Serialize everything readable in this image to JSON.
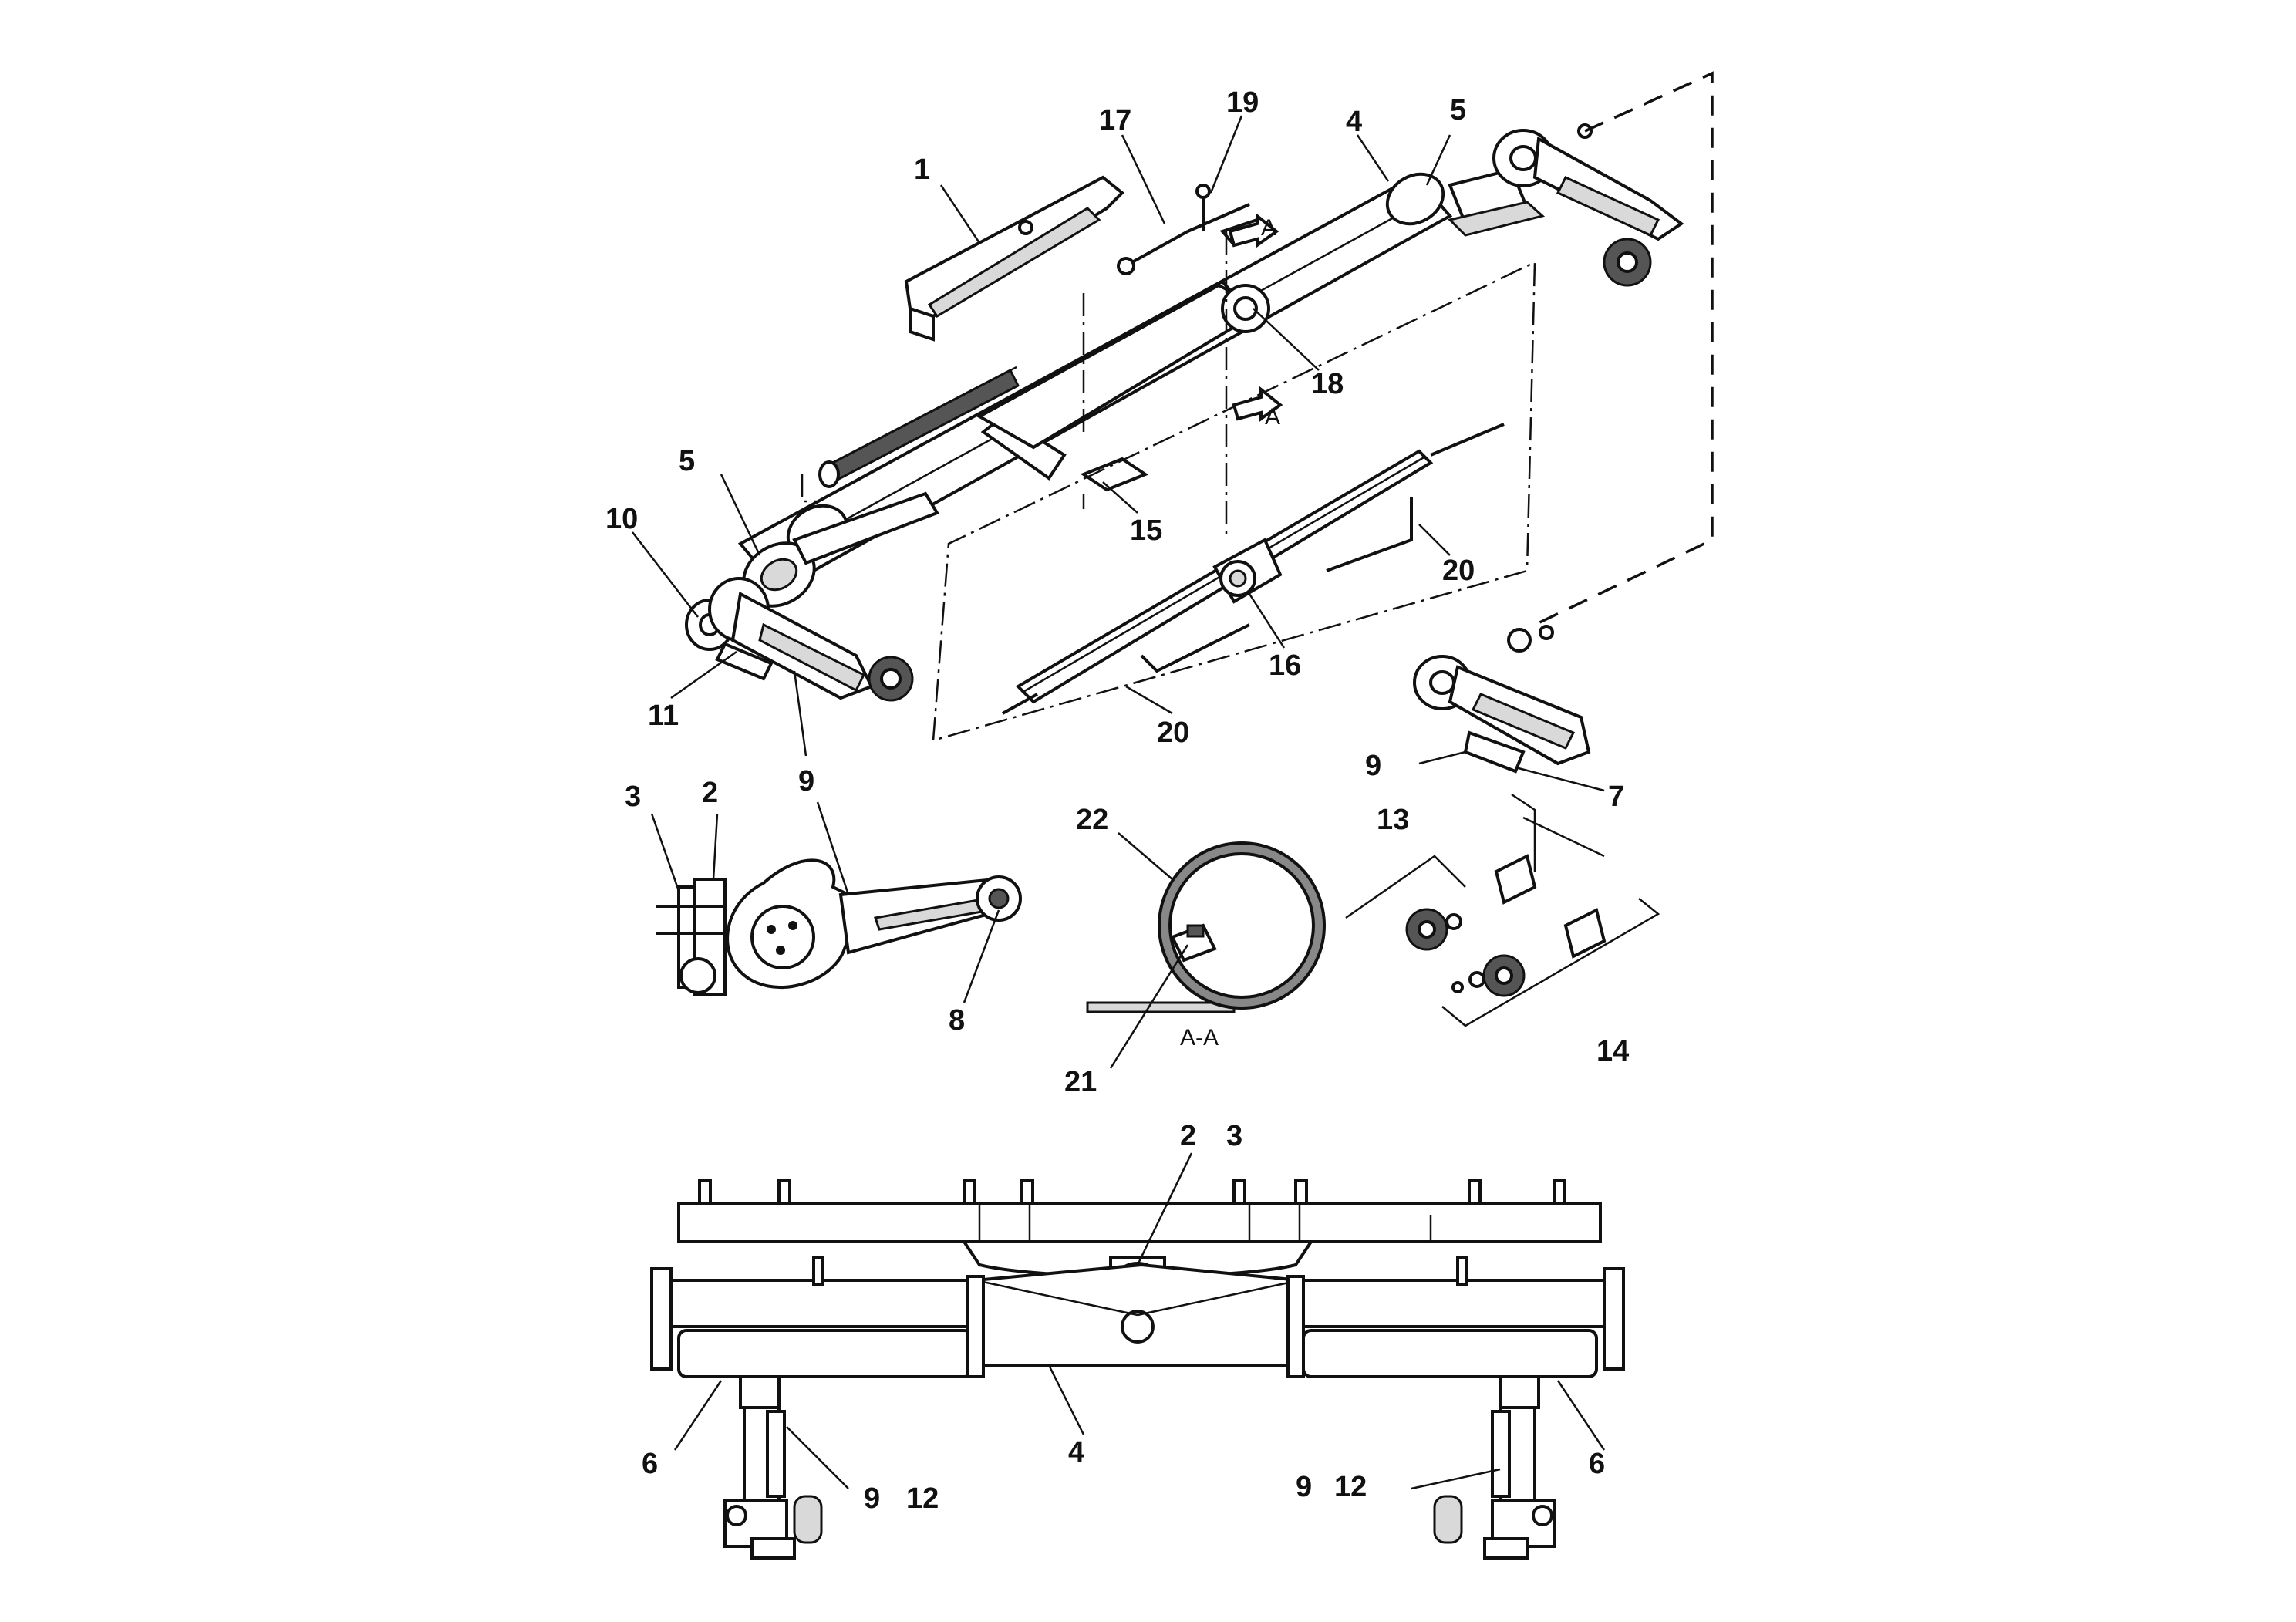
{
  "labels": {
    "p1": "1",
    "p17": "17",
    "p19": "19",
    "p4a": "4",
    "p5a": "5",
    "p18": "18",
    "p5b": "5",
    "p10": "10",
    "p15": "15",
    "p20a": "20",
    "p16": "16",
    "p20b": "20",
    "p11": "11",
    "p9a": "9",
    "p9b": "9",
    "p7": "7",
    "p3a": "3",
    "p2a": "2",
    "p8": "8",
    "p22": "22",
    "p21": "21",
    "p13": "13",
    "p14": "14",
    "p2b": "2",
    "p3b": "3",
    "p6a": "6",
    "p4b": "4",
    "p9c": "9",
    "p12a": "12",
    "p9d": "9",
    "p12b": "12",
    "p6b": "6"
  },
  "section_marks": {
    "a_top": "A",
    "a_bottom": "A",
    "section_label": "A-A"
  }
}
